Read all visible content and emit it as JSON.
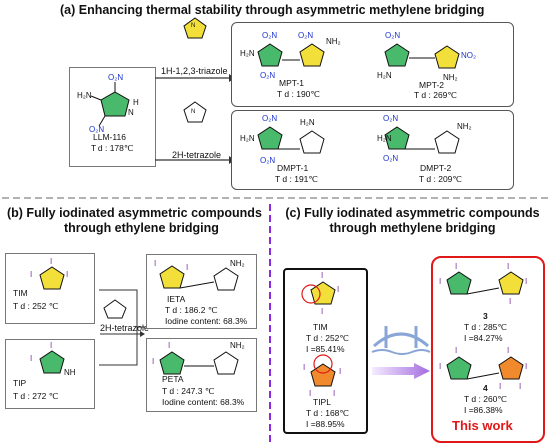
{
  "panel_a": {
    "title": "(a)  Enhancing  thermal  stability  through  asymmetric  methylene  bridging",
    "start": {
      "name": "LLM-116",
      "td": "T d :  178℃"
    },
    "reagent_top": "1H-1,2,3-triazole",
    "reagent_bottom": "2H-tetrazole",
    "products": [
      {
        "name": "MPT-1",
        "td": "T d :  190℃"
      },
      {
        "name": "MPT-2",
        "td": "T d :  269℃"
      },
      {
        "name": "DMPT-1",
        "td": "T d :  191℃"
      },
      {
        "name": "DMPT-2",
        "td": "T d :  209℃"
      }
    ]
  },
  "panel_b": {
    "title_line1": "(b)  Fully  iodinated  asymmetric  compounds",
    "title_line2": "through  ethylene  bridging",
    "reagent": "2H-tetrazole",
    "starts": [
      {
        "name": "TIM",
        "td": "T d :  252  ℃"
      },
      {
        "name": "TIP",
        "td": "T d :  272  ℃"
      }
    ],
    "products": [
      {
        "name": "IETA",
        "td": "T d :  186.2  ℃",
        "iodine": "Iodine   content:   68.3%"
      },
      {
        "name": "PETA",
        "td": "T d :  247.3  ℃",
        "iodine": "Iodine   content:   68.3%"
      }
    ]
  },
  "panel_c": {
    "title_line1": "(c)  Fully  iodinated  asymmetric  compounds",
    "title_line2": "through  methylene  bridging",
    "starts": [
      {
        "name": "TIM",
        "td": "T d :  252℃",
        "iodine": "I  =85.41%"
      },
      {
        "name": "TIPL",
        "td": "T d :  168℃",
        "iodine": "I  =88.95%"
      }
    ],
    "products": [
      {
        "name": "3",
        "td": "T d :  285℃",
        "iodine": "I  =84.27%"
      },
      {
        "name": "4",
        "td": "T d :  260℃",
        "iodine": "I  =86.38%"
      }
    ],
    "this_work": "This   work"
  },
  "colors": {
    "nitrogen": "#1a33cc",
    "iodine": "#7b2ea0",
    "ring_yellow": "#f2df3a",
    "ring_green": "#49b96b",
    "ring_orange": "#f08a2c",
    "accent_red": "#e01818",
    "divider_purple": "#8a2be2"
  }
}
